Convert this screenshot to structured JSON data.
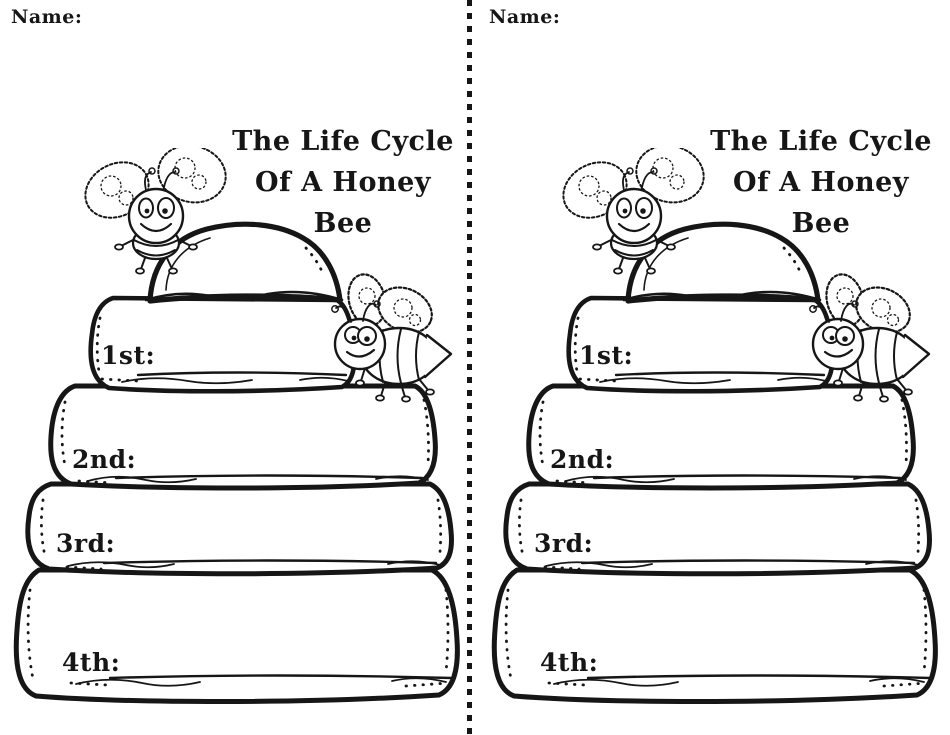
{
  "ink_color": "#161616",
  "paper_color": "#ffffff",
  "pages": [
    {
      "name_label": "Name:",
      "title_line1": "The Life Cycle",
      "title_line2": "Of A Honey Bee",
      "stages": [
        {
          "label": "1st:"
        },
        {
          "label": "2nd:"
        },
        {
          "label": "3rd:"
        },
        {
          "label": "4th:"
        }
      ]
    },
    {
      "name_label": "Name:",
      "title_line1": "The Life Cycle",
      "title_line2": "Of A Honey Bee",
      "stages": [
        {
          "label": "1st:"
        },
        {
          "label": "2nd:"
        },
        {
          "label": "3rd:"
        },
        {
          "label": "4th:"
        }
      ]
    }
  ]
}
